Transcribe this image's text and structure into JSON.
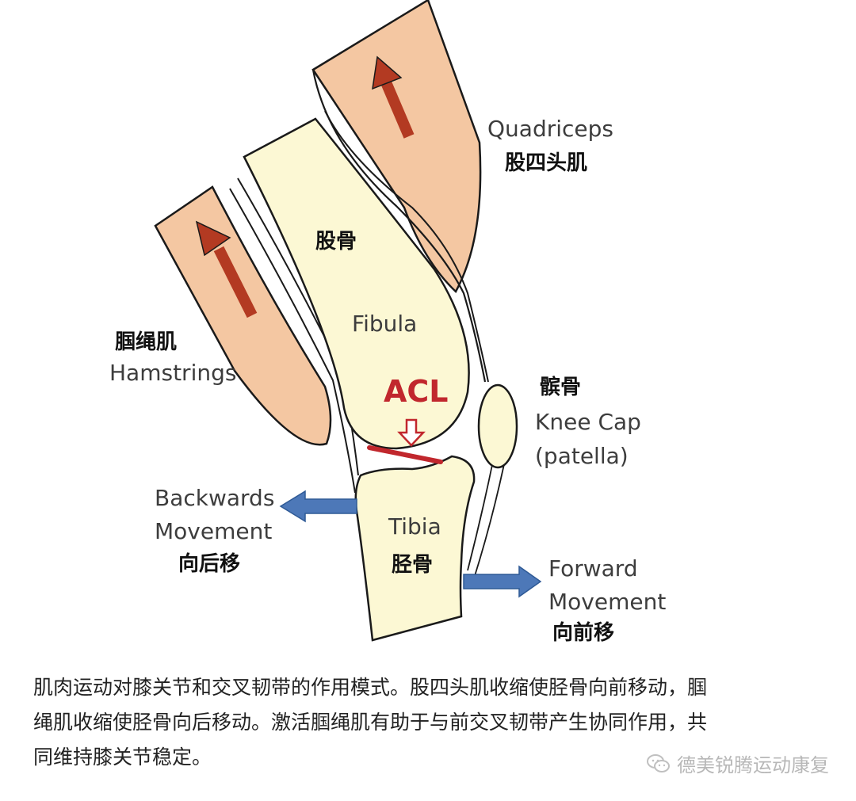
{
  "labels": {
    "quadriceps_en": "Quadriceps",
    "quadriceps_zh": "股四头肌",
    "femur_zh": "股骨",
    "femur_en": "Fibula",
    "hamstrings_zh": "腘绳肌",
    "hamstrings_en": "Hamstrings",
    "acl": "ACL",
    "patella_zh": "髌骨",
    "patella_en_1": "Knee Cap",
    "patella_en_2": "(patella)",
    "backwards_1": "Backwards",
    "backwards_2": "Movement",
    "backwards_zh": "向后移",
    "tibia_en": "Tibia",
    "tibia_zh": "胫骨",
    "forward_1": "Forward",
    "forward_2": "Movement",
    "forward_zh": "向前移"
  },
  "caption": {
    "line1": "肌肉运动对膝关节和交叉韧带的作用模式。股四头肌收缩使胫骨向前移动，腘",
    "line2": "绳肌收缩使胫骨向后移动。激活腘绳肌有助于与前交叉韧带产生协同作用，共",
    "line3": "同维持膝关节稳定。"
  },
  "watermark": {
    "text": "德美锐腾运动康复",
    "icon": "wechat-icon"
  },
  "colors": {
    "muscle": "#f4c7a2",
    "bone": "#fcf8d4",
    "muscle_arrow": "#b33a22",
    "ligament": "#c1272d",
    "acl_text": "#c1272d",
    "movement_arrow": "#4d78b8",
    "outline": "#1a1a1a"
  }
}
